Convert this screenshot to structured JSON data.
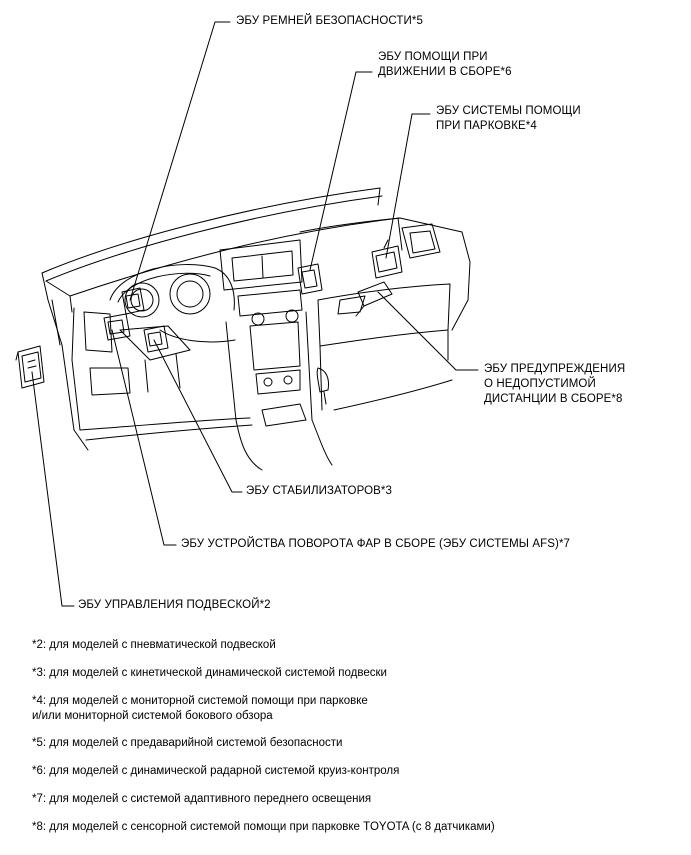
{
  "callouts": {
    "seatbelt": [
      "ЭБУ РЕМНЕЙ БЕЗОПАСНОСТИ*5"
    ],
    "driving_assist": [
      "ЭБУ ПОМОЩИ ПРИ",
      "ДВИЖЕНИИ В СБОРЕ*6"
    ],
    "parking_assist": [
      "ЭБУ СИСТЕМЫ ПОМОЩИ",
      "ПРИ ПАРКОВКЕ*4"
    ],
    "distance_warning": [
      "ЭБУ ПРЕДУПРЕЖДЕНИЯ",
      "О НЕДОПУСТИМОЙ",
      "ДИСТАНЦИИ В СБОРЕ*8"
    ],
    "stabilizer": [
      "ЭБУ СТАБИЛИЗАТОРОВ*3"
    ],
    "afs": [
      "ЭБУ УСТРОЙСТВА ПОВОРОТА ФАР В СБОРЕ (ЭБУ СИСТЕМЫ AFS)*7"
    ],
    "suspension": [
      "ЭБУ УПРАВЛЕНИЯ ПОДВЕСКОЙ*2"
    ]
  },
  "footnotes": [
    [
      "*2: для моделей с пневматической подвеской"
    ],
    [
      "*3: для моделей с кинетической динамической системой подвески"
    ],
    [
      "*4: для моделей с мониторной системой помощи при парковке",
      "и/или мониторной системой бокового обзора"
    ],
    [
      "*5: для моделей с предаварийной системой безопасности"
    ],
    [
      "*6: для моделей с динамической радарной системой круиз-контроля"
    ],
    [
      "*7: для моделей с системой адаптивного переднего освещения"
    ],
    [
      "*8: для моделей с сенсорной системой помощи при парковке TOYOTA (с 8 датчиками)"
    ]
  ]
}
